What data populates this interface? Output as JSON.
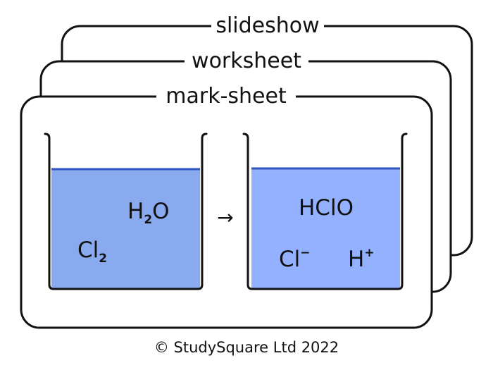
{
  "cards": {
    "back": {
      "title": "slideshow"
    },
    "middle": {
      "title": "worksheet"
    },
    "front": {
      "title": "mark-sheet"
    }
  },
  "reaction": {
    "reactants": {
      "water": {
        "base": "H",
        "sub": "2",
        "tail": "O"
      },
      "chlorine": {
        "base": "Cl",
        "sub": "2"
      }
    },
    "arrow": "→",
    "products": {
      "hypochlorous_acid": {
        "text": "HClO"
      },
      "chloride": {
        "base": "Cl",
        "sup": "−"
      },
      "hydrogen": {
        "base": "H",
        "sup": "+"
      }
    }
  },
  "colors": {
    "liquid_left": "#8aaaf0",
    "liquid_right": "#93b1ff",
    "liquid_line": "#2f55bf",
    "outline": "#111111"
  },
  "footer": {
    "text": "© StudySquare Ltd 2022"
  }
}
